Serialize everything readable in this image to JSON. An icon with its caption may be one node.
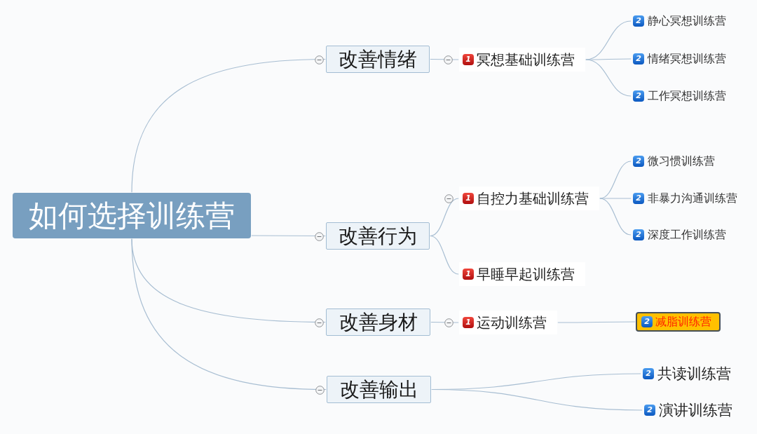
{
  "diagram": {
    "nodes": [
      {
        "text": [
          "如何选择训练营"
        ]
      },
      {
        "text": [
          "改善情绪"
        ]
      },
      {
        "text": [
          "1",
          "冥想基础训练营"
        ]
      },
      {
        "text": [
          "2",
          "静心冥想训练营"
        ]
      },
      {
        "text": [
          "2",
          "情绪冥想训练营"
        ]
      },
      {
        "text": [
          "2",
          "工作冥想训练营"
        ]
      },
      {
        "text": [
          "改善行为"
        ]
      },
      {
        "text": [
          "1",
          "自控力基础训练营"
        ]
      },
      {
        "text": [
          "2",
          "微习惯训练营"
        ]
      },
      {
        "text": [
          "2",
          "非暴力沟通训练营"
        ]
      },
      {
        "text": [
          "2",
          "深度工作训练营"
        ]
      },
      {
        "text": [
          "1",
          "早睡早起训练营"
        ]
      },
      {
        "text": [
          "改善身材"
        ]
      },
      {
        "text": [
          "1",
          "运动训练营"
        ]
      },
      {
        "text": [
          "2",
          "减脂训练营"
        ]
      },
      {
        "text": [
          "改善输出"
        ]
      },
      {
        "text": [
          "2",
          "共读训练营"
        ]
      },
      {
        "text": [
          "2",
          "演讲训练营"
        ]
      }
    ],
    "edges": [
      {
        "from": 0,
        "to": 1,
        "arrow": "none"
      },
      {
        "from": 0,
        "to": 6,
        "arrow": "none"
      },
      {
        "from": 0,
        "to": 12,
        "arrow": "none"
      },
      {
        "from": 0,
        "to": 15,
        "arrow": "none"
      },
      {
        "from": 1,
        "to": 2,
        "arrow": "none"
      },
      {
        "from": 2,
        "to": 3,
        "arrow": "none"
      },
      {
        "from": 2,
        "to": 4,
        "arrow": "none"
      },
      {
        "from": 2,
        "to": 5,
        "arrow": "none"
      },
      {
        "from": 6,
        "to": 7,
        "arrow": "none"
      },
      {
        "from": 6,
        "to": 11,
        "arrow": "none"
      },
      {
        "from": 7,
        "to": 8,
        "arrow": "none"
      },
      {
        "from": 7,
        "to": 9,
        "arrow": "none"
      },
      {
        "from": 7,
        "to": 10,
        "arrow": "none"
      },
      {
        "from": 12,
        "to": 13,
        "arrow": "none"
      },
      {
        "from": 13,
        "to": 14,
        "arrow": "none"
      },
      {
        "from": 15,
        "to": 16,
        "arrow": "none"
      },
      {
        "from": 15,
        "to": 17,
        "arrow": "none"
      }
    ]
  }
}
